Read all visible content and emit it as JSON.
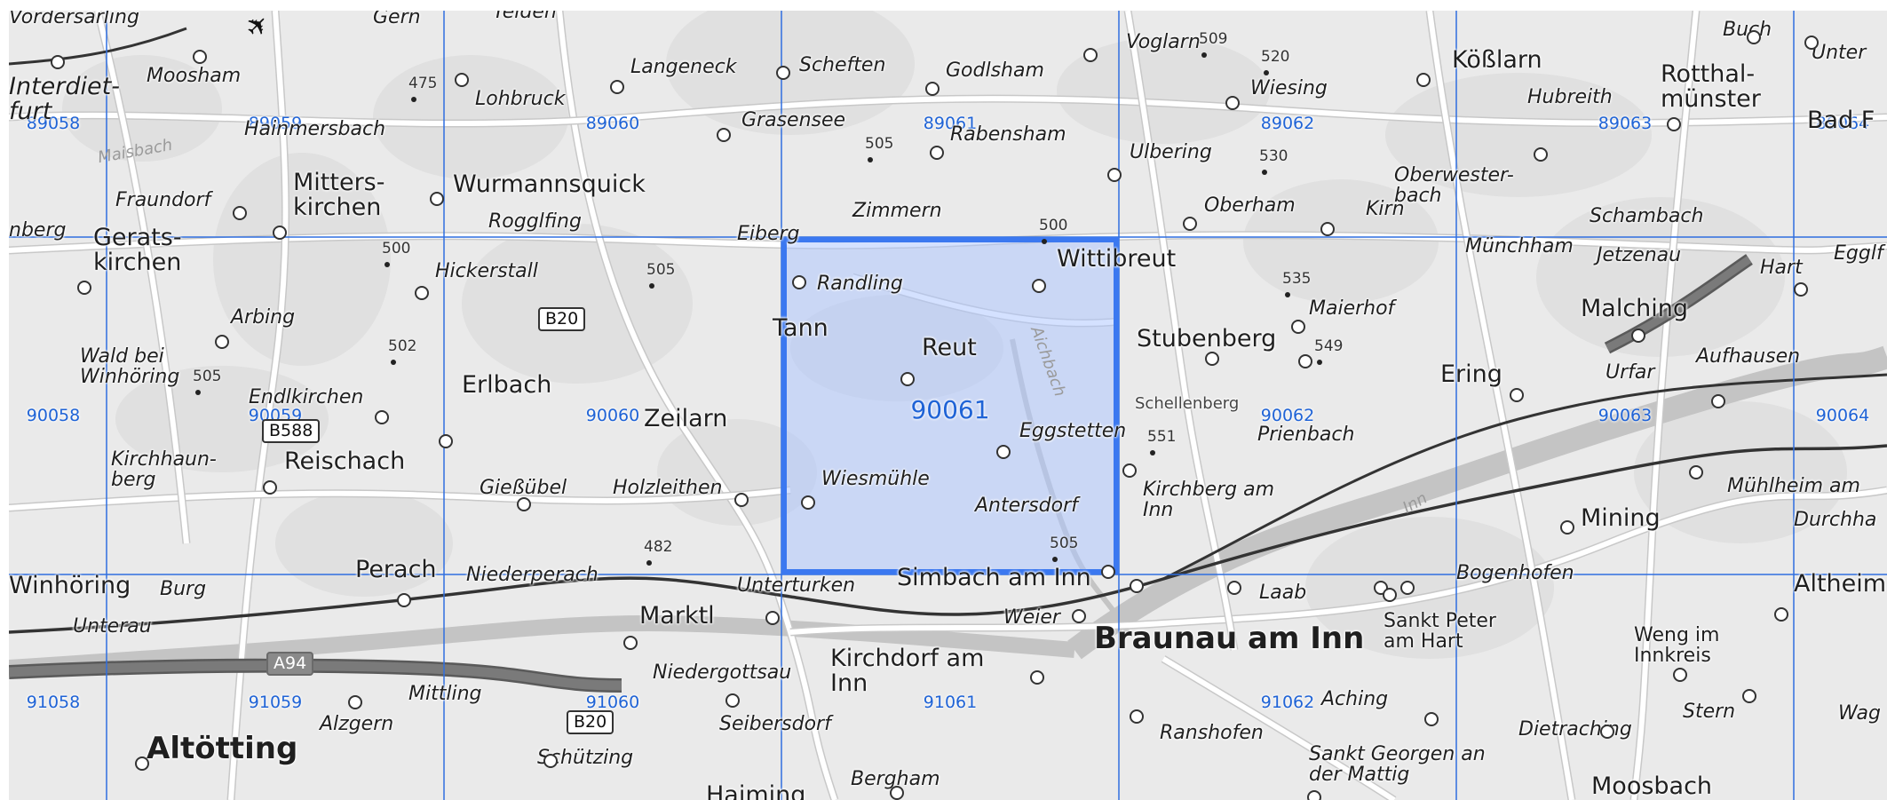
{
  "map": {
    "grid": {
      "line_color": "#2f6ee0",
      "selected_fill": "#aac3ff",
      "selected_border": "#3b78f0",
      "selected_sheet": "90061",
      "rows": [
        [
          "89058",
          "89059",
          "89060",
          "89061",
          "89062",
          "89063",
          "89064"
        ],
        [
          "90058",
          "90059",
          "90060",
          "90061",
          "90062",
          "90063",
          "90064"
        ],
        [
          "91058",
          "91059",
          "91060",
          "91061",
          "91062"
        ]
      ]
    },
    "places": [
      {
        "name": "Vordersarling",
        "size": "small",
        "italic": true
      },
      {
        "name": "Gern",
        "size": "small",
        "italic": true
      },
      {
        "name": "Teiden",
        "size": "small",
        "italic": true
      },
      {
        "name": "Interdiet-\nfurt",
        "size": "medium",
        "italic": true
      },
      {
        "name": "Moosham",
        "size": "small",
        "italic": true
      },
      {
        "name": "Hainmersbach",
        "size": "small",
        "italic": true
      },
      {
        "name": "Lohbruck",
        "size": "small",
        "italic": true
      },
      {
        "name": "Langeneck",
        "size": "small",
        "italic": true
      },
      {
        "name": "Scheften",
        "size": "small",
        "italic": true
      },
      {
        "name": "Godlsham",
        "size": "small",
        "italic": true
      },
      {
        "name": "Voglarn",
        "size": "small",
        "italic": true
      },
      {
        "name": "Wiesing",
        "size": "small",
        "italic": true
      },
      {
        "name": "Kößlarn",
        "size": "medium",
        "italic": false
      },
      {
        "name": "Hubreith",
        "size": "small",
        "italic": true
      },
      {
        "name": "Buch",
        "size": "small",
        "italic": true
      },
      {
        "name": "Unter",
        "size": "small",
        "italic": true
      },
      {
        "name": "Rotthal-\nmünster",
        "size": "medium",
        "italic": false
      },
      {
        "name": "Bad F",
        "size": "medium",
        "italic": false
      },
      {
        "name": "Grasensee",
        "size": "small",
        "italic": true
      },
      {
        "name": "Rabensham",
        "size": "small",
        "italic": true
      },
      {
        "name": "Ulbering",
        "size": "small",
        "italic": true
      },
      {
        "name": "Oberwester-\nbach",
        "size": "small",
        "italic": true
      },
      {
        "name": "Mitters-\nkirchen",
        "size": "medium",
        "italic": false
      },
      {
        "name": "Wurmannsquick",
        "size": "medium",
        "italic": false
      },
      {
        "name": "Fraundorf",
        "size": "small",
        "italic": true
      },
      {
        "name": "Zimmern",
        "size": "small",
        "italic": true
      },
      {
        "name": "Oberham",
        "size": "small",
        "italic": true
      },
      {
        "name": "Kirn",
        "size": "small",
        "italic": true
      },
      {
        "name": "Schambach",
        "size": "small",
        "italic": true
      },
      {
        "name": "Gerats-\nkirchen",
        "size": "medium",
        "italic": false
      },
      {
        "name": "nberg",
        "size": "small",
        "italic": true
      },
      {
        "name": "Rogglfing",
        "size": "small",
        "italic": true
      },
      {
        "name": "Eiberg",
        "size": "small",
        "italic": true
      },
      {
        "name": "Wittibreut",
        "size": "medium",
        "italic": false
      },
      {
        "name": "Münchham",
        "size": "small",
        "italic": true
      },
      {
        "name": "Jetzenau",
        "size": "small",
        "italic": true
      },
      {
        "name": "Hart",
        "size": "small",
        "italic": true
      },
      {
        "name": "Egglf",
        "size": "small",
        "italic": true
      },
      {
        "name": "Hickerstall",
        "size": "small",
        "italic": true
      },
      {
        "name": "Randling",
        "size": "small",
        "italic": true
      },
      {
        "name": "Maierhof",
        "size": "small",
        "italic": true
      },
      {
        "name": "Malching",
        "size": "medium",
        "italic": false
      },
      {
        "name": "Arbing",
        "size": "small",
        "italic": true
      },
      {
        "name": "Tann",
        "size": "medium",
        "italic": false
      },
      {
        "name": "Reut",
        "size": "medium",
        "italic": false
      },
      {
        "name": "Stubenberg",
        "size": "medium",
        "italic": false
      },
      {
        "name": "Aufhausen",
        "size": "small",
        "italic": true
      },
      {
        "name": "Wald bei\nWinhöring",
        "size": "small",
        "italic": true
      },
      {
        "name": "Erlbach",
        "size": "medium",
        "italic": false
      },
      {
        "name": "Ering",
        "size": "medium",
        "italic": false
      },
      {
        "name": "Urfar",
        "size": "small",
        "italic": true
      },
      {
        "name": "Endlkirchen",
        "size": "small",
        "italic": true
      },
      {
        "name": "Zeilarn",
        "size": "medium",
        "italic": false
      },
      {
        "name": "Schellenberg",
        "size": "tiny",
        "italic": false
      },
      {
        "name": "Prienbach",
        "size": "small",
        "italic": true
      },
      {
        "name": "Eggstetten",
        "size": "small",
        "italic": true
      },
      {
        "name": "Kirchhaun-\nberg",
        "size": "small",
        "italic": true
      },
      {
        "name": "Reischach",
        "size": "medium",
        "italic": false
      },
      {
        "name": "Gießübel",
        "size": "small",
        "italic": true
      },
      {
        "name": "Holzleithen",
        "size": "small",
        "italic": true
      },
      {
        "name": "Wiesmühle",
        "size": "small",
        "italic": true
      },
      {
        "name": "Kirchberg am\nInn",
        "size": "small",
        "italic": true
      },
      {
        "name": "Mühlheim am",
        "size": "small",
        "italic": true
      },
      {
        "name": "Antersdorf",
        "size": "small",
        "italic": true
      },
      {
        "name": "Mining",
        "size": "medium",
        "italic": false
      },
      {
        "name": "Durchha",
        "size": "small",
        "italic": true
      },
      {
        "name": "Perach",
        "size": "medium",
        "italic": false
      },
      {
        "name": "Niederperach",
        "size": "small",
        "italic": true
      },
      {
        "name": "Unterturken",
        "size": "small",
        "italic": true
      },
      {
        "name": "Simbach am Inn",
        "size": "medium",
        "italic": false
      },
      {
        "name": "Bogenhofen",
        "size": "small",
        "italic": true
      },
      {
        "name": "Winhöring",
        "size": "medium",
        "italic": false
      },
      {
        "name": "Burg",
        "size": "small",
        "italic": true
      },
      {
        "name": "Laab",
        "size": "small",
        "italic": true
      },
      {
        "name": "Altheim",
        "size": "medium",
        "italic": false
      },
      {
        "name": "Unterau",
        "size": "small",
        "italic": true
      },
      {
        "name": "Marktl",
        "size": "medium",
        "italic": false
      },
      {
        "name": "Weier",
        "size": "small",
        "italic": true
      },
      {
        "name": "Braunau am Inn",
        "size": "large",
        "italic": false
      },
      {
        "name": "Sankt Peter\nam Hart",
        "size": "small",
        "italic": false
      },
      {
        "name": "Weng im\nInnkreis",
        "size": "small",
        "italic": false
      },
      {
        "name": "Niedergottsau",
        "size": "small",
        "italic": true
      },
      {
        "name": "Kirchdorf am\nInn",
        "size": "medium",
        "italic": false
      },
      {
        "name": "Mittling",
        "size": "small",
        "italic": true
      },
      {
        "name": "Aching",
        "size": "small",
        "italic": true
      },
      {
        "name": "Stern",
        "size": "small",
        "italic": true
      },
      {
        "name": "Wag",
        "size": "small",
        "italic": true
      },
      {
        "name": "Alzgern",
        "size": "small",
        "italic": true
      },
      {
        "name": "Seibersdorf",
        "size": "small",
        "italic": true
      },
      {
        "name": "Ranshofen",
        "size": "small",
        "italic": true
      },
      {
        "name": "Dietraching",
        "size": "small",
        "italic": true
      },
      {
        "name": "Altötting",
        "size": "large",
        "italic": false
      },
      {
        "name": "Schützing",
        "size": "small",
        "italic": true
      },
      {
        "name": "Sankt Georgen an\nder Mattig",
        "size": "small",
        "italic": true
      },
      {
        "name": "Bergham",
        "size": "small",
        "italic": true
      },
      {
        "name": "Haiming",
        "size": "medium",
        "italic": false
      },
      {
        "name": "Moosbach",
        "size": "medium",
        "italic": false
      },
      {
        "name": "Maisbach",
        "size": "river",
        "italic": true
      },
      {
        "name": "Inn",
        "size": "river",
        "italic": true
      },
      {
        "name": "Aichbach",
        "size": "river",
        "italic": true
      }
    ],
    "elevations": [
      "475",
      "505",
      "509",
      "520",
      "530",
      "500",
      "500",
      "505",
      "535",
      "549",
      "502",
      "505",
      "551",
      "482",
      "505"
    ],
    "roads": [
      {
        "label": "B20",
        "type": "federal"
      },
      {
        "label": "B588",
        "type": "federal"
      },
      {
        "label": "A94",
        "type": "motorway"
      },
      {
        "label": "B20",
        "type": "federal"
      }
    ],
    "icons": {
      "airport": "airport-icon"
    },
    "colors": {
      "background": "#eaeaea",
      "road": "#ffffff",
      "motorway": "#7a7a7a",
      "river": "#c4c4c4",
      "rail": "#333333"
    }
  }
}
